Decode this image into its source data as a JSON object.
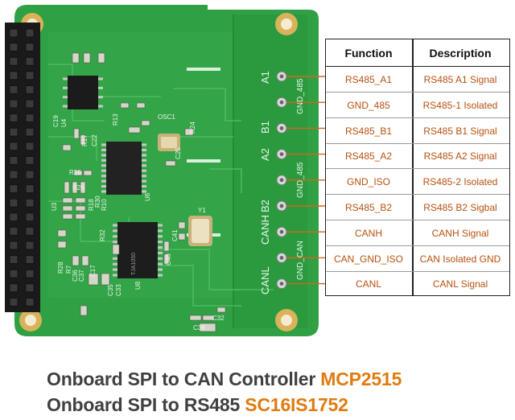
{
  "colors": {
    "pcb_green": "#2fa043",
    "pcb_dark": "#228a38",
    "header_black": "#1a1a1a",
    "pad_gold": "#d9b25a",
    "leader_orange": "#d8641e",
    "text_orange": "#b8500f",
    "caption_gray": "#404040",
    "chip_orange": "#e07b10"
  },
  "board": {
    "silkscreen": {
      "terminal_labels": [
        "A1",
        "B1",
        "A2",
        "B2",
        "CANH",
        "CANL"
      ],
      "gnd_labels": [
        "GND_485",
        "GND_485",
        "GND_CAN"
      ],
      "ref_designators": [
        "C19",
        "U4",
        "R17",
        "C22",
        "R25",
        "R26",
        "R30",
        "R18",
        "R10",
        "R32",
        "R28",
        "R7",
        "C36",
        "C37",
        "C35",
        "C33",
        "R13",
        "U6",
        "U8",
        "OSC1",
        "C25",
        "R24",
        "C41",
        "C40",
        "Y1",
        "C38",
        "C32",
        "C17",
        "U3"
      ],
      "chip_markings": [
        "TJA1050"
      ]
    }
  },
  "table": {
    "header": {
      "function": "Function",
      "description": "Description"
    },
    "rows": [
      {
        "function": "RS485_A1",
        "description": "RS485 A1 Signal"
      },
      {
        "function": "GND_485",
        "description": "RS485-1 Isolated"
      },
      {
        "function": "RS485_B1",
        "description": "RS485 B1 Signal"
      },
      {
        "function": "RS485_A2",
        "description": "RS485 A2 Signal"
      },
      {
        "function": "GND_ISO",
        "description": "RS485-2 Isolated"
      },
      {
        "function": "RS485_B2",
        "description": "RS485 B2 Sigbal"
      },
      {
        "function": "CANH",
        "description": "CANH Signal"
      },
      {
        "function": "CAN_GND_ISO",
        "description": "CAN Isolated GND"
      },
      {
        "function": "CANL",
        "description": "CANL Signal"
      }
    ]
  },
  "caption": {
    "line1": {
      "text": "Onboard SPI to CAN Controller ",
      "chip": "MCP2515"
    },
    "line2": {
      "text": "Onboard SPI to RS485 ",
      "chip": "SC16IS1752"
    }
  }
}
